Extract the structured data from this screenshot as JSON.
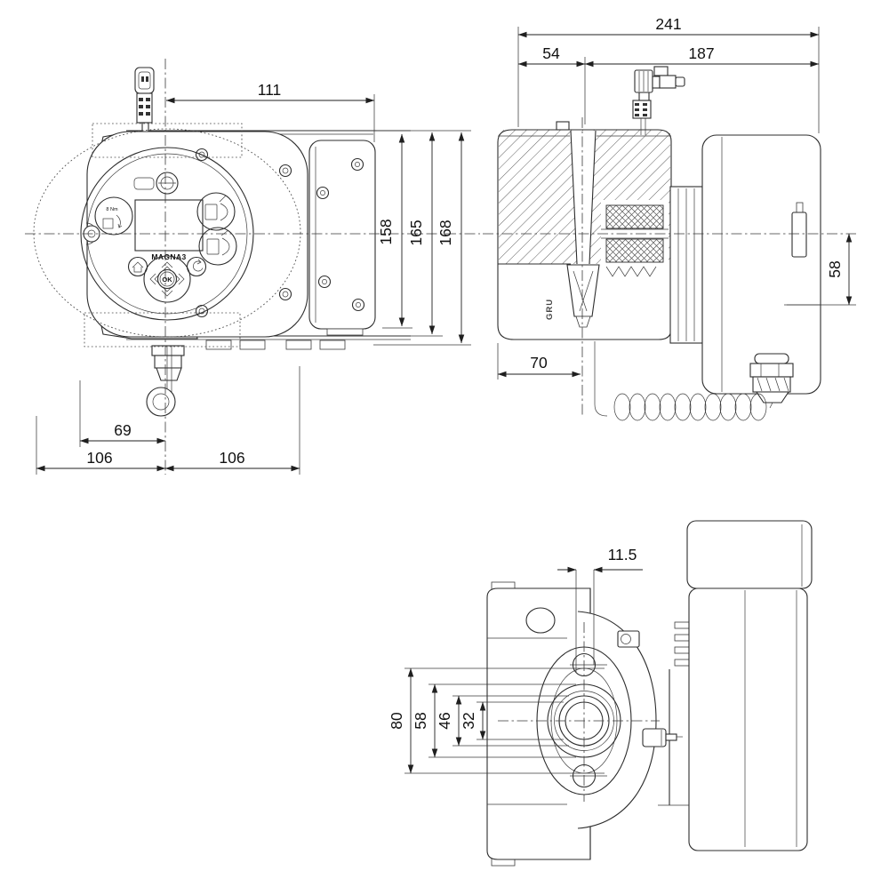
{
  "front_view": {
    "dims": {
      "top_width": "111",
      "height_bezel": "158",
      "height_plate": "165",
      "height_total": "168",
      "foot_offset": "69",
      "left_half": "106",
      "right_half": "106"
    },
    "panel": {
      "brand": "MAGNA3",
      "ok_button": "OK",
      "torque_note": "8 Nm"
    }
  },
  "section_view": {
    "dims": {
      "total_depth": "241",
      "port_to_face": "54",
      "face_to_box": "187",
      "volute_depth": "70",
      "box_drop": "58"
    },
    "cast_logo": "GRU"
  },
  "side_view": {
    "dims": {
      "port_offset": "11.5",
      "bolt_pitch": "80",
      "flange_face": "58",
      "raised_face": "46",
      "port_bore": "32"
    }
  }
}
